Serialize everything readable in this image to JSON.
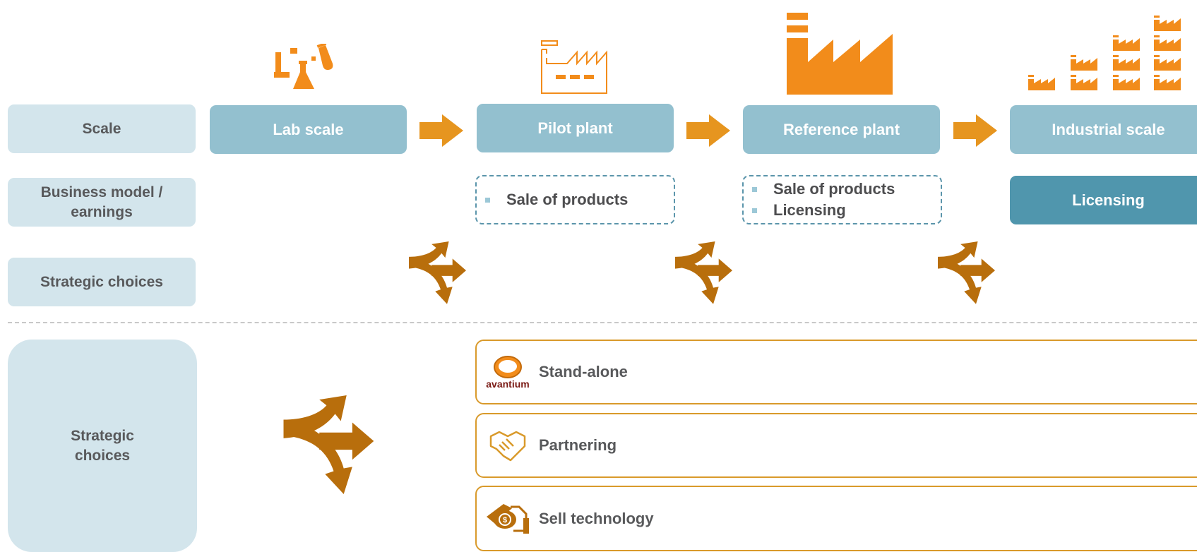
{
  "rows": {
    "scale": "Scale",
    "business_model": "Business model / earnings",
    "strategic_choices": "Strategic choices",
    "strategic_choices_bottom": "Strategic choices"
  },
  "stages": [
    {
      "label": "Lab scale",
      "icon": "lab-flask-icon"
    },
    {
      "label": "Pilot plant",
      "icon": "pilot-plant-icon"
    },
    {
      "label": "Reference plant",
      "icon": "factory-icon"
    },
    {
      "label": "Industrial scale",
      "icon": "industrial-factories-icon"
    }
  ],
  "business_models": {
    "pilot": [
      "Sale of products"
    ],
    "reference": [
      "Sale of products",
      "Licensing"
    ],
    "industrial": "Licensing"
  },
  "choices": [
    {
      "label": "Stand-alone",
      "icon": "avantium-logo",
      "logo_text": "avantium"
    },
    {
      "label": "Partnering",
      "icon": "handshake-icon"
    },
    {
      "label": "Sell technology",
      "icon": "money-hand-icon"
    }
  ],
  "colors": {
    "orange": "#f28c1b",
    "arrow_orange": "#e6951f",
    "dark_orange": "#b86e0c",
    "stage_blue": "#93c0cf",
    "licensing_blue": "#5096ad",
    "row_bg": "#d3e5ec",
    "choice_border": "#d99a2b"
  }
}
